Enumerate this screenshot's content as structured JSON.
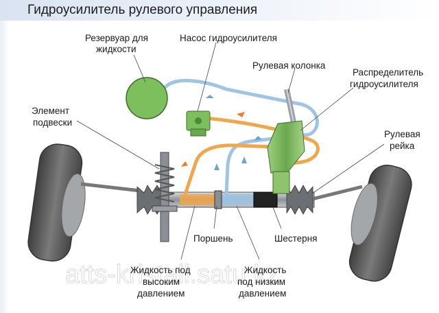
{
  "title": "Гидроусилитель рулевого управления",
  "labels": {
    "reservoir": [
      "Резервуар для",
      "жидкости"
    ],
    "pump": [
      "Насос гидроусилителя"
    ],
    "steering_column": [
      "Рулевая колонка"
    ],
    "distributor": [
      "Распределитель",
      "гидроусилителя"
    ],
    "suspension": [
      "Элемент",
      "подвески"
    ],
    "steering_rack": [
      "Рулевая",
      "рейка"
    ],
    "piston": [
      "Поршень"
    ],
    "pinion": [
      "Шестерня"
    ],
    "high_pressure": [
      "Жидкость под",
      "высоким",
      "давлением"
    ],
    "low_pressure": [
      "Жидкость",
      "под низким",
      "давлением"
    ]
  },
  "watermark": "atts-kristall.satu.kz",
  "colors": {
    "reservoir": "#7dbf5c",
    "high_pressure_line": "#f0a64a",
    "low_pressure_line": "#9fc4e4",
    "tire": "#5d5d5d",
    "metal": "#9aa0a6"
  }
}
